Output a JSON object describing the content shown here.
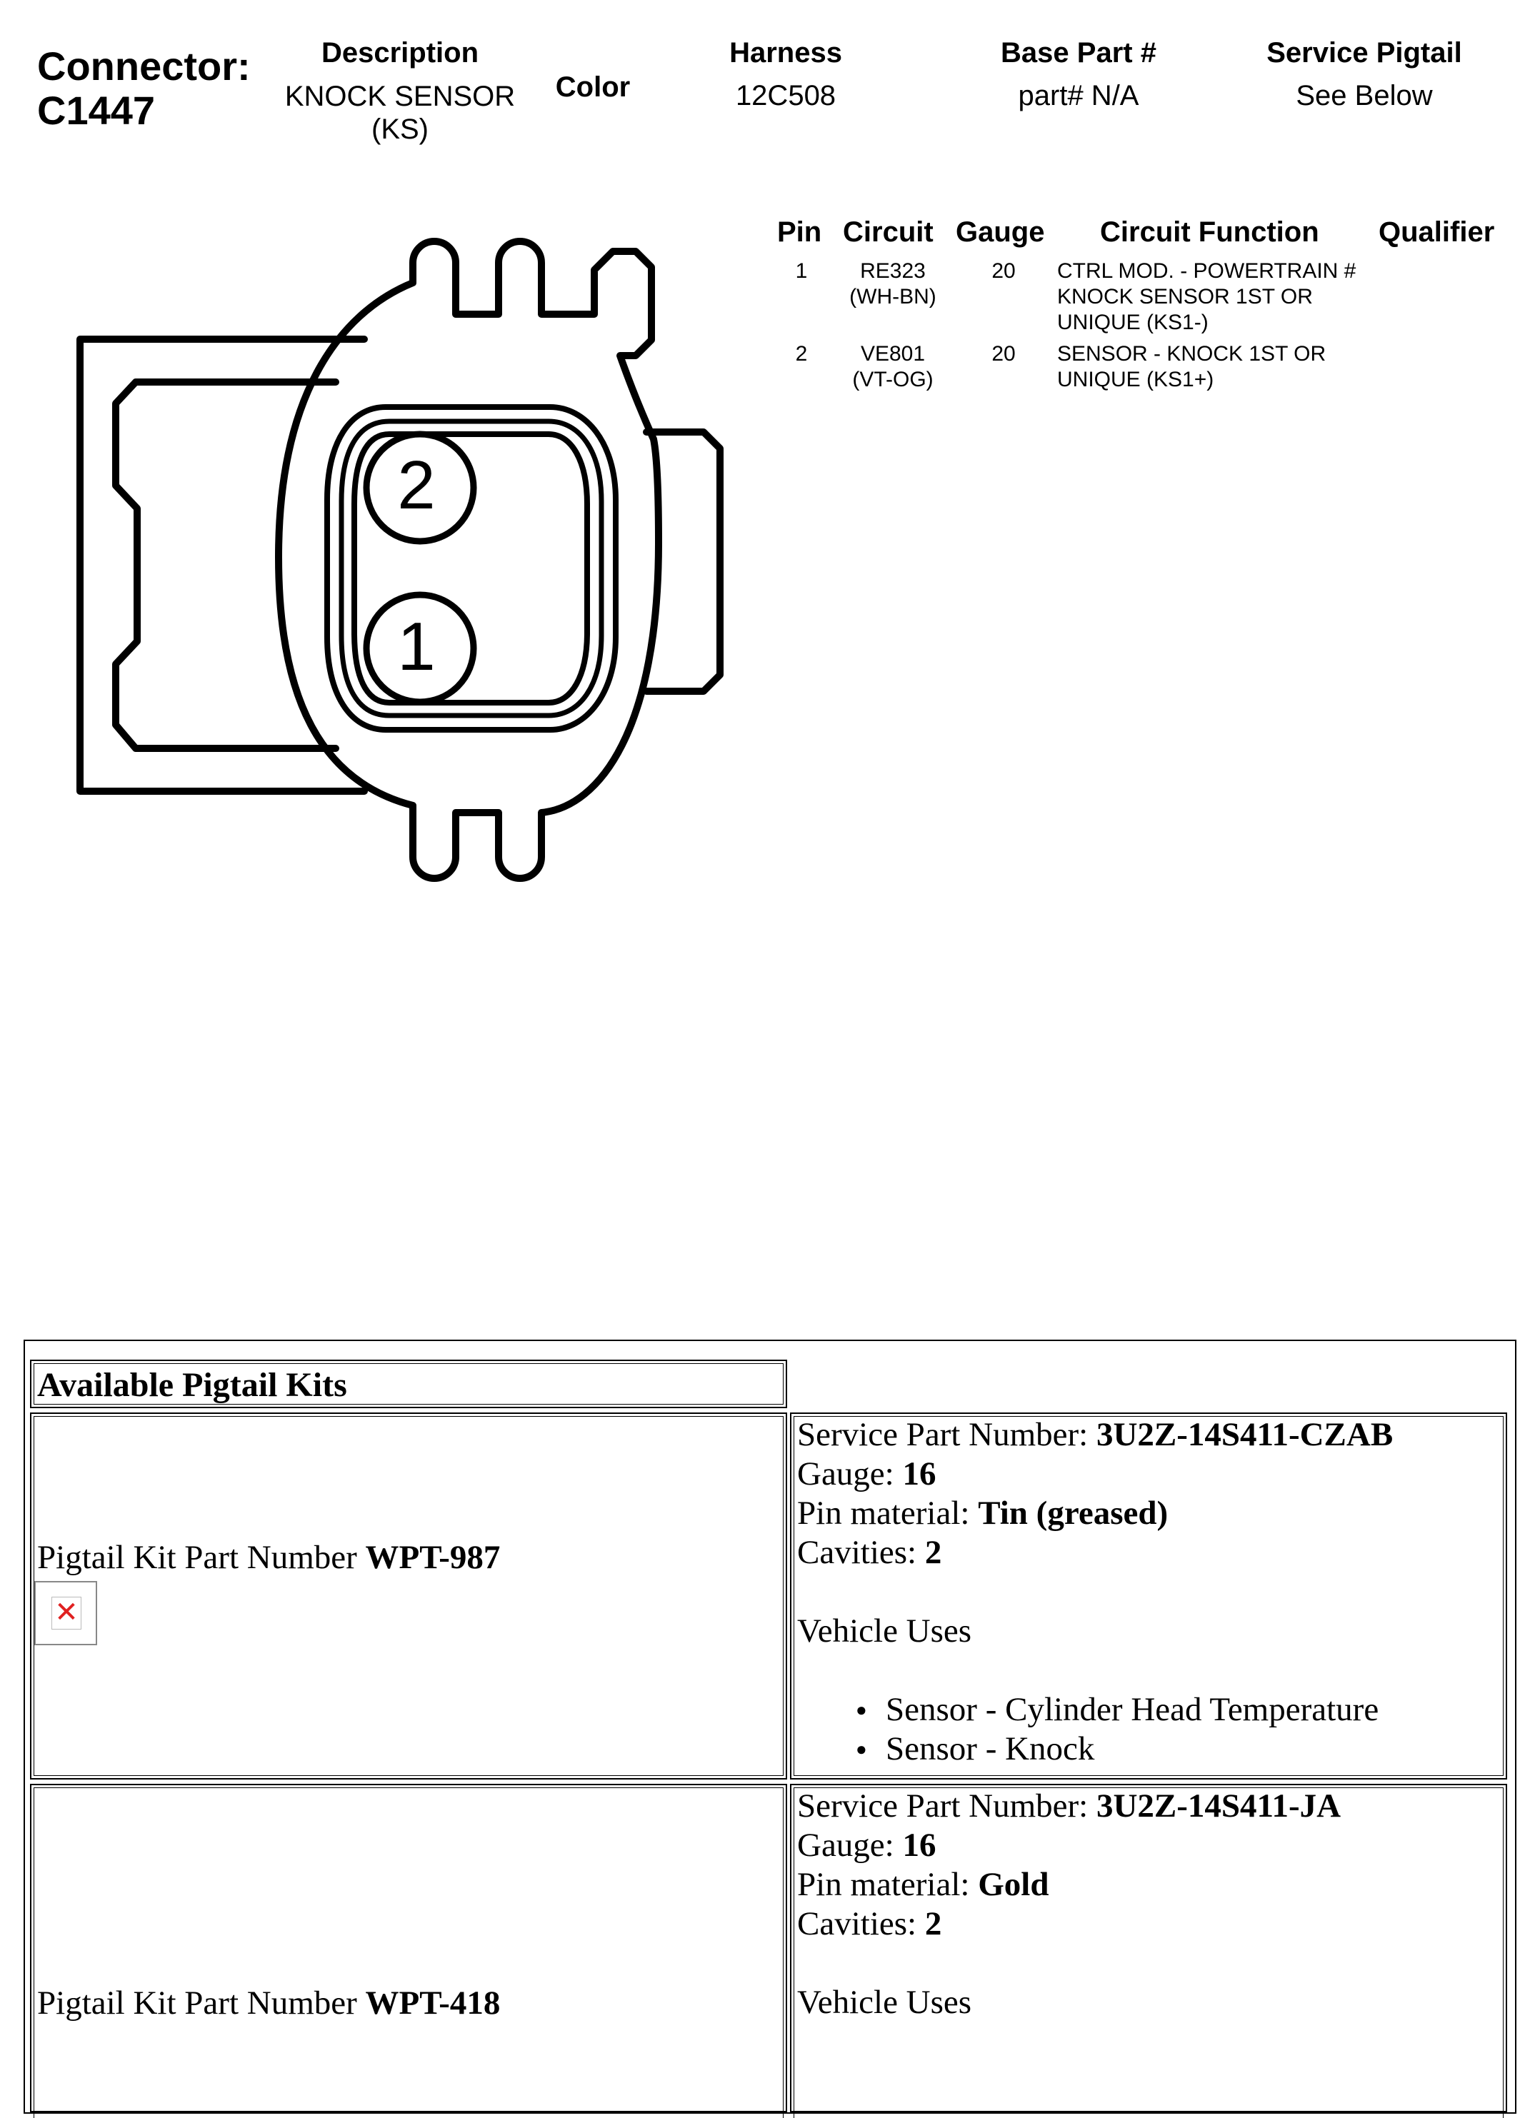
{
  "connector": {
    "label": "Connector:",
    "id": "C1447"
  },
  "header": {
    "description_label": "Description",
    "description_line1": "KNOCK SENSOR",
    "description_line2": "(KS)",
    "color_label": "Color",
    "harness_label": "Harness",
    "harness_value": "12C508",
    "base_part_label": "Base Part #",
    "base_part_value": "part# N/A",
    "service_pigtail_label": "Service Pigtail",
    "service_pigtail_value": "See Below"
  },
  "diagram": {
    "cavity_labels": [
      "2",
      "1"
    ]
  },
  "pin_table": {
    "headers": [
      "Pin",
      "Circuit",
      "Gauge",
      "Circuit Function",
      "Qualifier"
    ],
    "rows": [
      {
        "pin": "1",
        "circuit_line1": "RE323",
        "circuit_line2": "(WH-BN)",
        "gauge": "20",
        "function_lines": [
          "CTRL MOD. - POWERTRAIN #",
          "KNOCK SENSOR 1ST OR",
          "UNIQUE (KS1-)"
        ],
        "qualifier": ""
      },
      {
        "pin": "2",
        "circuit_line1": "VE801",
        "circuit_line2": "(VT-OG)",
        "gauge": "20",
        "function_lines": [
          "SENSOR - KNOCK 1ST OR",
          "UNIQUE (KS1+)"
        ],
        "qualifier": ""
      }
    ]
  },
  "pigtail_kits": {
    "title": "Available Pigtail Kits",
    "kit_label": "Pigtail Kit Part Number",
    "labels": {
      "service_part": "Service Part Number:",
      "gauge": "Gauge:",
      "pin_material": "Pin material:",
      "cavities": "Cavities:",
      "vehicle_uses": "Vehicle Uses"
    },
    "kits": [
      {
        "kit_number": "WPT-987",
        "service_part": "3U2Z-14S411-CZAB",
        "gauge": "16",
        "pin_material": "Tin (greased)",
        "cavities": "2",
        "uses": [
          "Sensor - Cylinder Head Temperature",
          "Sensor - Knock"
        ]
      },
      {
        "kit_number": "WPT-418",
        "service_part": "3U2Z-14S411-JA",
        "gauge": "16",
        "pin_material": "Gold",
        "cavities": "2",
        "uses": []
      }
    ]
  }
}
